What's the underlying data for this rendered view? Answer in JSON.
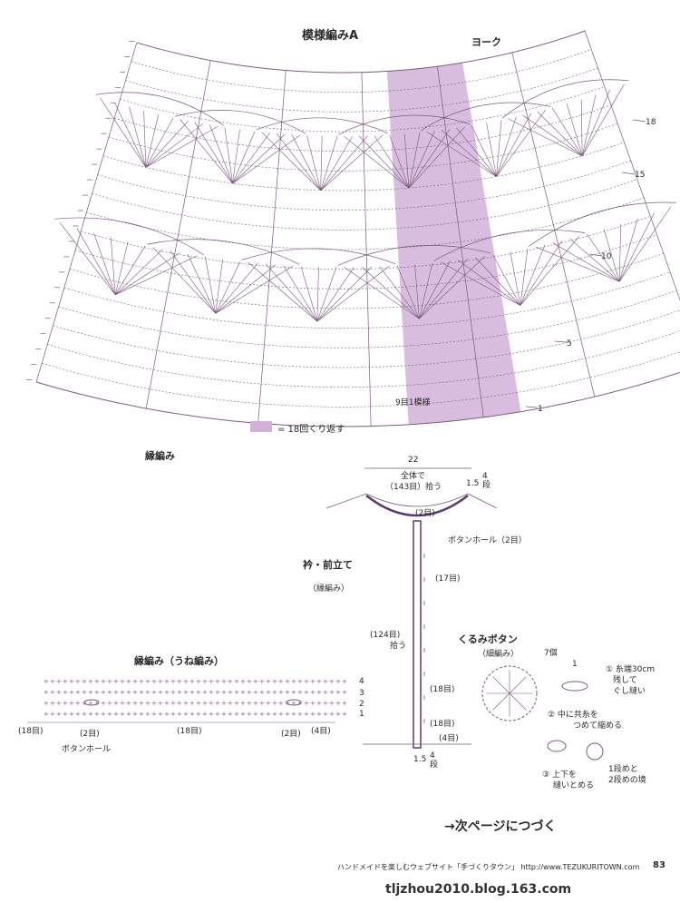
{
  "pattern_a": {
    "title": "模様編みA",
    "yoke_label": "ヨーク",
    "row_labels": [
      "18",
      "15",
      "10",
      "5",
      "1"
    ],
    "repeat_label": "9目1模様",
    "edging_label": "縁編み",
    "legend_text": "= 18回くり返す"
  },
  "collar": {
    "width_label": "22",
    "pickup_label_line1": "全体で",
    "pickup_label_line2": "（143目）拾う",
    "top_height_label": "1.5",
    "top_rows_label": "4段",
    "stitches_2_label": "(2目)",
    "buttonhole_label": "ボタンホール（2目）",
    "section_title": "衿・前立て",
    "section_subtitle": "（縁編み）",
    "count_17": "(17目)",
    "count_124": "(124目)",
    "pick_up": "拾う",
    "count_18a": "(18目)",
    "count_18b": "(18目)",
    "count_4": "(4目)",
    "bottom_height_label": "1.5",
    "bottom_rows_label": "4段"
  },
  "ribbing": {
    "title": "縁編み（うね編み）",
    "row_numbers": [
      "4",
      "3",
      "2",
      "1"
    ],
    "count_18_left": "(18目)",
    "count_2_left": "(2目)",
    "count_18_mid": "(18目)",
    "count_2_right": "(2目)",
    "count_4": "(4目)",
    "buttonhole": "ボタンホール"
  },
  "button": {
    "title": "くるみボタン",
    "subtitle": "（細編み）",
    "quantity": "7個",
    "size": "1",
    "step1_line1": "① 糸端30cm",
    "step1_line2": "残して",
    "step1_line3": "ぐし縫い",
    "step2_line1": "② 中に共糸を",
    "step2_line2": "つめて縮める",
    "step3_line1": "③ 上下を",
    "step3_line2": "縫いとめる",
    "boundary_line1": "1段めと",
    "boundary_line2": "2段めの境"
  },
  "continue_text": "→次ページにつづく",
  "footer": {
    "site_text": "ハンドメイドを楽しむウェブサイト「手づくりタウン」 http://www.TEZUKURITOWN.com",
    "page_number": "83"
  },
  "watermark": "tljzhou2010.blog.163.com",
  "colors": {
    "line": "#7a5a7e",
    "highlight": "#d9bde0",
    "legend": "#d2b0d8"
  }
}
